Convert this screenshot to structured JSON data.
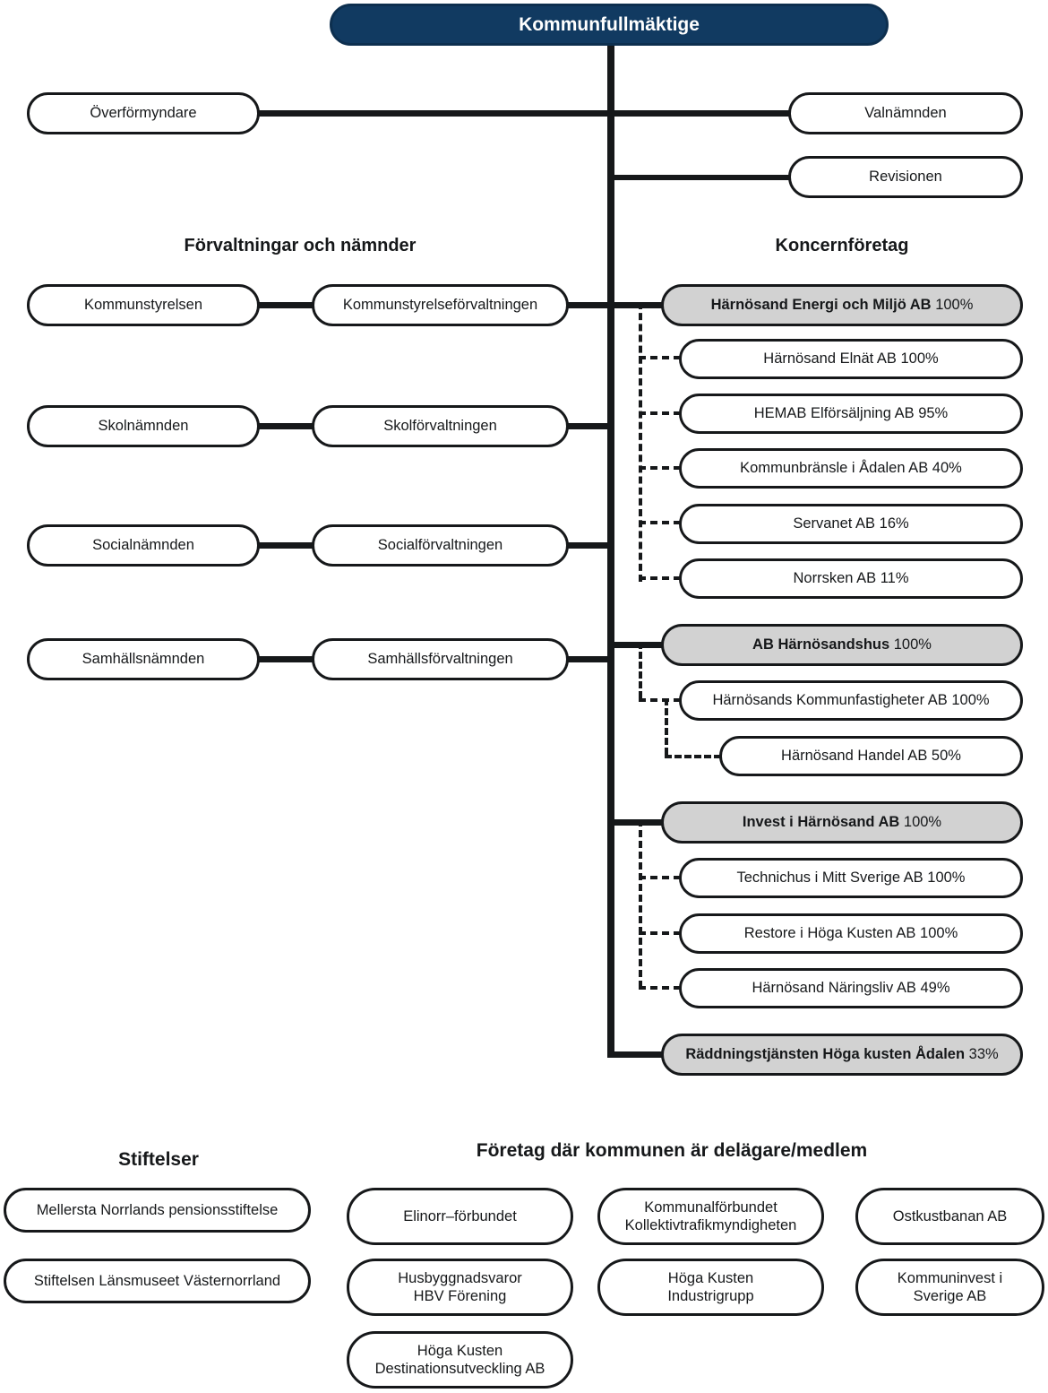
{
  "root": {
    "label": "Kommunfullmäktige"
  },
  "top_side_boxes": [
    {
      "label": "Överförmyndare",
      "side": "left"
    },
    {
      "label": "Valnämnden",
      "side": "right"
    },
    {
      "label": "Revisionen",
      "side": "right"
    }
  ],
  "headings": {
    "left_column": "Förvaltningar och nämnder",
    "right_column": "Koncernföretag",
    "foundations": "Stiftelser",
    "partners": "Företag där kommunen är delägare/medlem"
  },
  "committees": [
    {
      "namnd": "Kommunstyrelsen",
      "forvaltning": "Kommunstyrelseförvaltningen"
    },
    {
      "namnd": "Skolnämnden",
      "forvaltning": "Skolförvaltningen"
    },
    {
      "namnd": "Socialnämnden",
      "forvaltning": "Socialförvaltningen"
    },
    {
      "namnd": "Samhällsnämnden",
      "forvaltning": "Samhällsförvaltningen"
    }
  ],
  "group_companies": [
    {
      "name": "Härnösand Energi och Miljö AB",
      "percent": "100%",
      "subsidiaries": [
        {
          "name": "Härnösand Elnät AB",
          "percent": "100%"
        },
        {
          "name": "HEMAB Elförsäljning AB",
          "percent": "95%"
        },
        {
          "name": "Kommunbränsle i Ådalen AB",
          "percent": "40%"
        },
        {
          "name": "Servanet AB",
          "percent": "16%"
        },
        {
          "name": "Norrsken AB",
          "percent": "11%"
        }
      ]
    },
    {
      "name": "AB Härnösandshus",
      "percent": "100%",
      "subsidiaries": [
        {
          "name": "Härnösands Kommunfastigheter AB",
          "percent": "100%"
        },
        {
          "name": "Härnösand Handel AB",
          "percent": "50%",
          "nested": true
        }
      ]
    },
    {
      "name": "Invest i Härnösand AB",
      "percent": "100%",
      "subsidiaries": [
        {
          "name": "Technichus i Mitt Sverige AB",
          "percent": "100%"
        },
        {
          "name": "Restore i Höga Kusten AB",
          "percent": "100%"
        },
        {
          "name": "Härnösand Näringsliv AB",
          "percent": "49%"
        }
      ]
    },
    {
      "name": "Räddningstjänsten Höga kusten Ådalen",
      "percent": "33%",
      "subsidiaries": []
    }
  ],
  "foundations": [
    {
      "label": "Mellersta Norrlands pensionsstiftelse"
    },
    {
      "label": "Stiftelsen Länsmuseet Västernorrland"
    }
  ],
  "partner_companies": [
    {
      "line1": "Elinorr–förbundet",
      "line2": ""
    },
    {
      "line1": "Kommunalförbundet",
      "line2": "Kollektivtrafikmyndigheten"
    },
    {
      "line1": "Ostkustbanan AB",
      "line2": ""
    },
    {
      "line1": "Husbyggnadsvaror",
      "line2": "HBV Förening"
    },
    {
      "line1": "Höga Kusten",
      "line2": "Industrigrupp"
    },
    {
      "line1": "Kommuninvest i",
      "line2": "Sverige AB"
    },
    {
      "line1": "Höga Kusten",
      "line2": "Destinationsutveckling AB"
    }
  ],
  "colors": {
    "root_fill": "#113a61",
    "group_header_fill": "#d2d2d2",
    "line": "#16181a",
    "box_fill": "#ffffff"
  }
}
